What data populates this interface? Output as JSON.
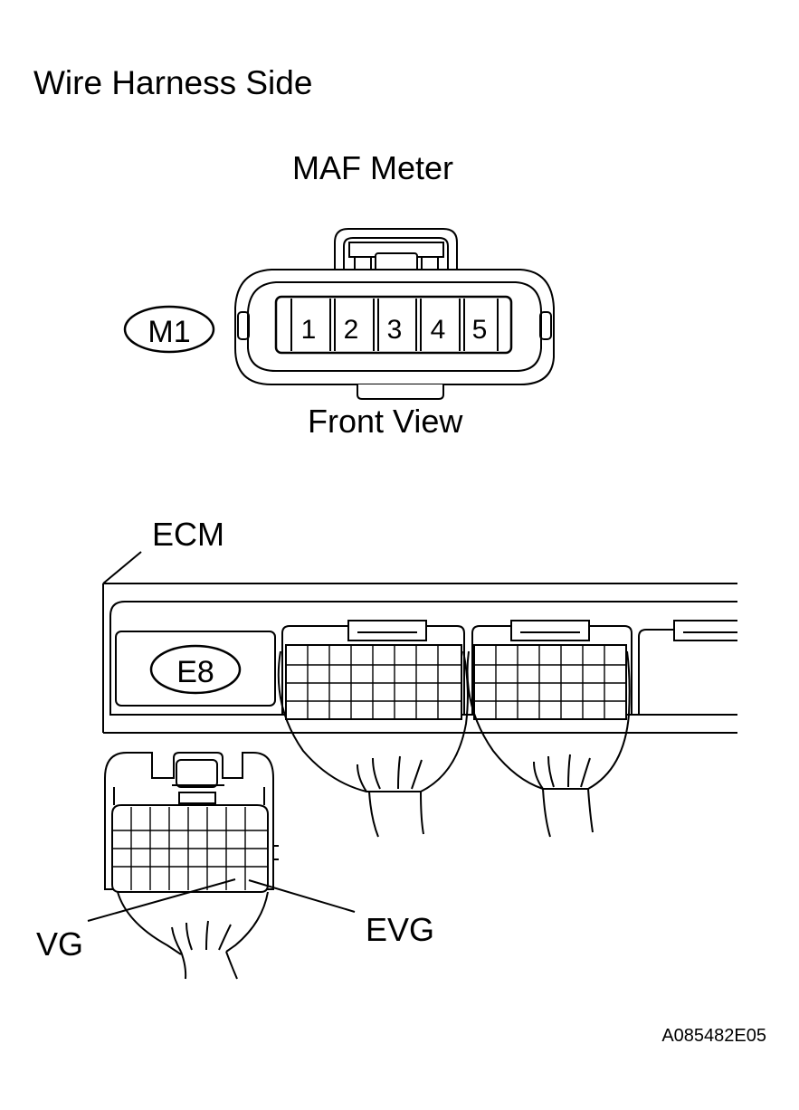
{
  "header": {
    "title": "Wire Harness Side"
  },
  "maf": {
    "title": "MAF Meter",
    "connector_id": "M1",
    "pins": [
      "1",
      "2",
      "3",
      "4",
      "5"
    ],
    "view_label": "Front View"
  },
  "ecm": {
    "label": "ECM",
    "connector_id": "E8",
    "terminals": {
      "vg": "VG",
      "evg": "EVG"
    }
  },
  "footer": {
    "code": "A085482E05"
  }
}
